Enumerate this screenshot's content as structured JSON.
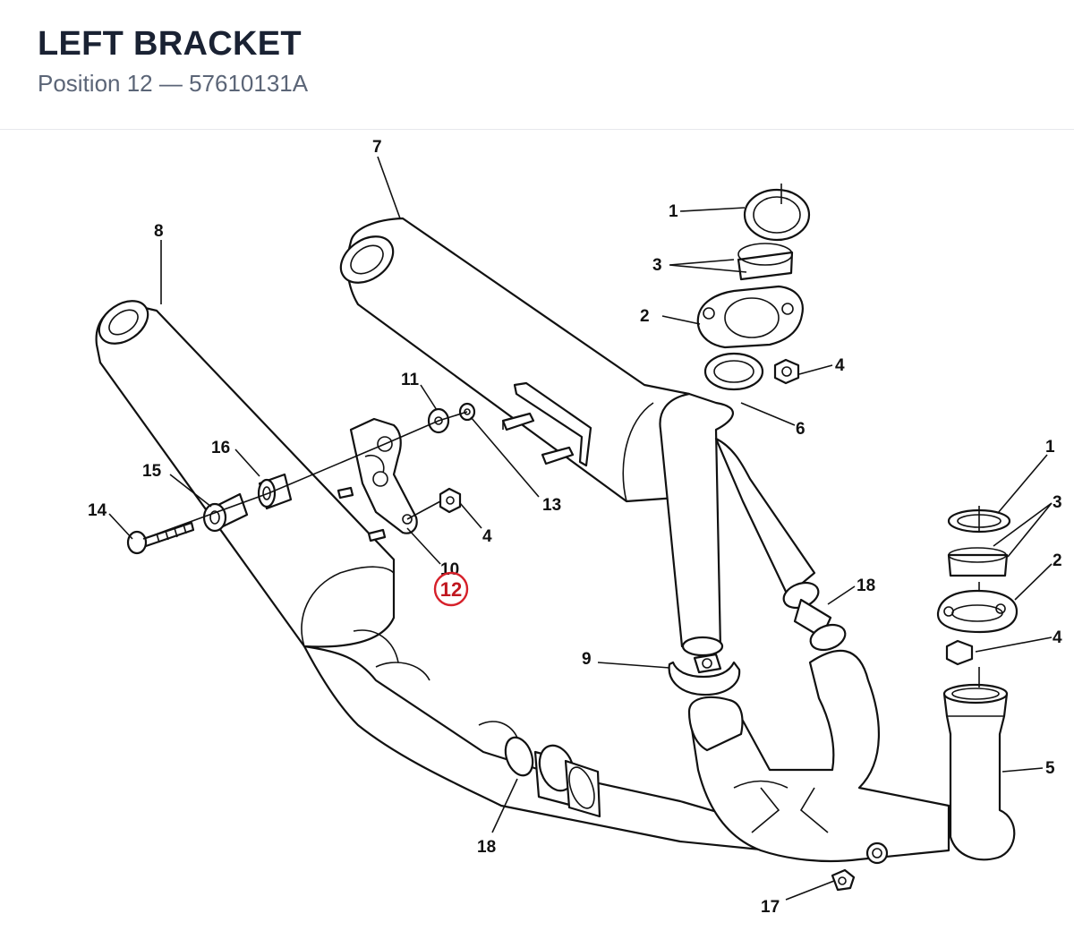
{
  "header": {
    "title": "LEFT BRACKET",
    "subtitle": "Position 12 — 57610131A"
  },
  "diagram": {
    "highlight_color": "#d6202a",
    "callouts": {
      "c1_top": "1",
      "c3_top": "3",
      "c2_top": "2",
      "c4_top": "4",
      "c6": "6",
      "c7": "7",
      "c8": "8",
      "c11": "11",
      "c13": "13",
      "c16": "16",
      "c15": "15",
      "c14": "14",
      "c4_mid": "4",
      "c10": "10",
      "c12": "12",
      "c1_right": "1",
      "c3_right": "3",
      "c2_right": "2",
      "c4_right": "4",
      "c5": "5",
      "c18_right": "18",
      "c9": "9",
      "c18_left": "18",
      "c17": "17"
    }
  }
}
